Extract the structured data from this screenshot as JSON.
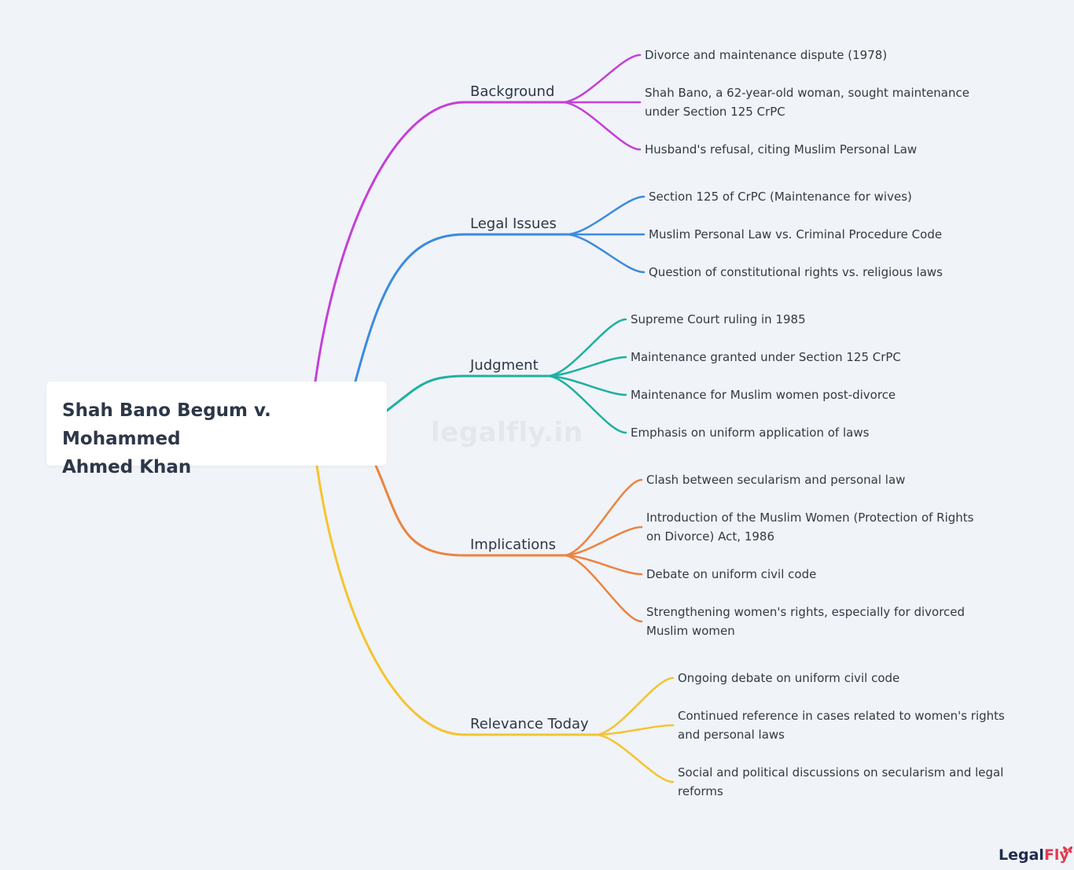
{
  "root": {
    "title": "Shah Bano Begum v. Mohammed Ahmed Khan",
    "title_lines": [
      "Shah Bano Begum v. Mohammed",
      "Ahmed Khan"
    ]
  },
  "watermark": "legalfly.in",
  "logo": {
    "part1": "Legal",
    "part2": "Fly"
  },
  "branches": [
    {
      "label": "Background",
      "color": "#c53fd8",
      "leaves": [
        {
          "lines": [
            "Divorce and maintenance dispute (1978)"
          ]
        },
        {
          "lines": [
            "Shah Bano, a 62-year-old woman, sought maintenance",
            "under Section 125 CrPC"
          ]
        },
        {
          "lines": [
            "Husband's refusal, citing Muslim Personal Law"
          ]
        }
      ]
    },
    {
      "label": "Legal Issues",
      "color": "#3a8be0",
      "leaves": [
        {
          "lines": [
            "Section 125 of CrPC (Maintenance for wives)"
          ]
        },
        {
          "lines": [
            "Muslim Personal Law vs. Criminal Procedure Code"
          ]
        },
        {
          "lines": [
            "Question of constitutional rights vs. religious laws"
          ]
        }
      ]
    },
    {
      "label": "Judgment",
      "color": "#1fb0a0",
      "leaves": [
        {
          "lines": [
            "Supreme Court ruling in 1985"
          ]
        },
        {
          "lines": [
            "Maintenance granted under Section 125 CrPC"
          ]
        },
        {
          "lines": [
            "Maintenance for Muslim women post-divorce"
          ]
        },
        {
          "lines": [
            "Emphasis on uniform application of laws"
          ]
        }
      ]
    },
    {
      "label": "Implications",
      "color": "#ea8440",
      "leaves": [
        {
          "lines": [
            "Clash between secularism and personal law"
          ]
        },
        {
          "lines": [
            "Introduction of the Muslim Women (Protection of Rights",
            "on Divorce) Act, 1986"
          ]
        },
        {
          "lines": [
            "Debate on uniform civil code"
          ]
        },
        {
          "lines": [
            "Strengthening women's rights, especially for divorced",
            "Muslim women"
          ]
        }
      ]
    },
    {
      "label": "Relevance Today",
      "color": "#f4c431",
      "leaves": [
        {
          "lines": [
            "Ongoing debate on uniform civil code"
          ]
        },
        {
          "lines": [
            "Continued reference in cases related to women's rights",
            "and personal laws"
          ]
        },
        {
          "lines": [
            "Social and political discussions on secularism and legal",
            "reforms"
          ]
        }
      ]
    }
  ]
}
